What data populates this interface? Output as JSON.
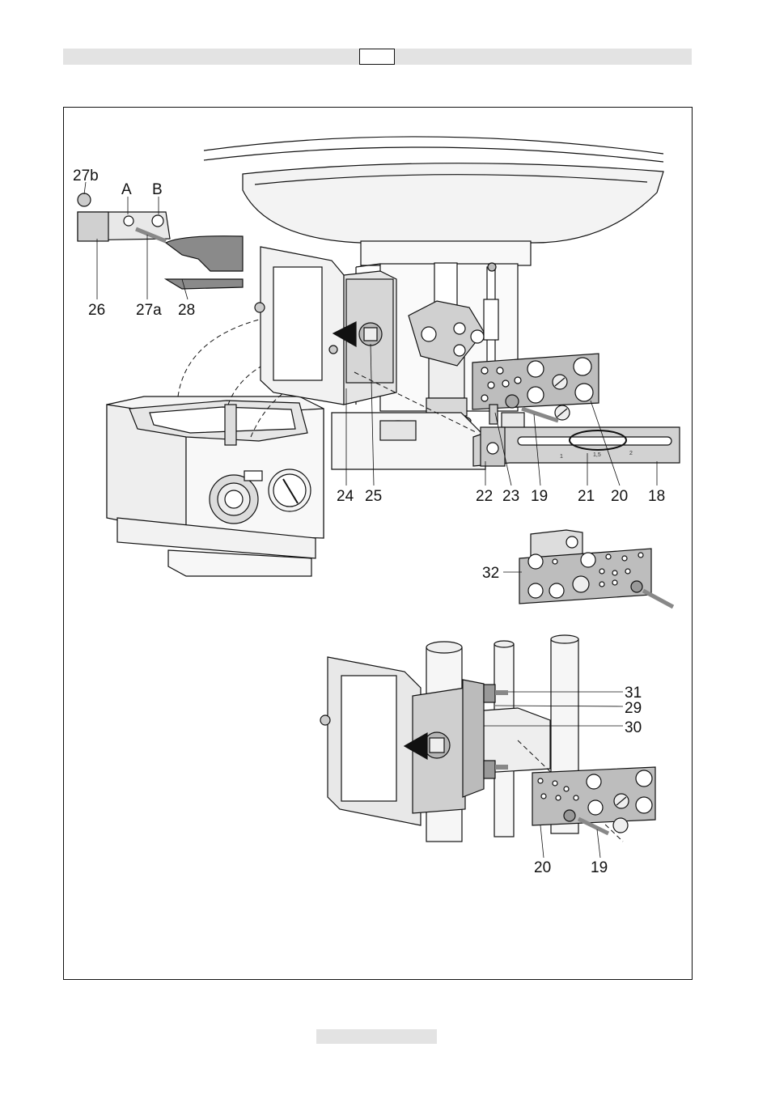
{
  "header": {
    "page_box": ""
  },
  "figure": {
    "callouts": {
      "c27b": "27b",
      "cA": "A",
      "cB": "B",
      "c26": "26",
      "c27a": "27a",
      "c28": "28",
      "c24": "24",
      "c25": "25",
      "c22": "22",
      "c23": "23",
      "c19": "19",
      "c21": "21",
      "c20": "20",
      "c18": "18",
      "c32": "32",
      "c31": "31",
      "c29": "29",
      "c30": "30",
      "c20b": "20",
      "c19b": "19"
    },
    "scale_marks": {
      "s1": "1",
      "s15": "1,5",
      "s2": "2"
    }
  },
  "footer": {
    "page_number": ""
  }
}
